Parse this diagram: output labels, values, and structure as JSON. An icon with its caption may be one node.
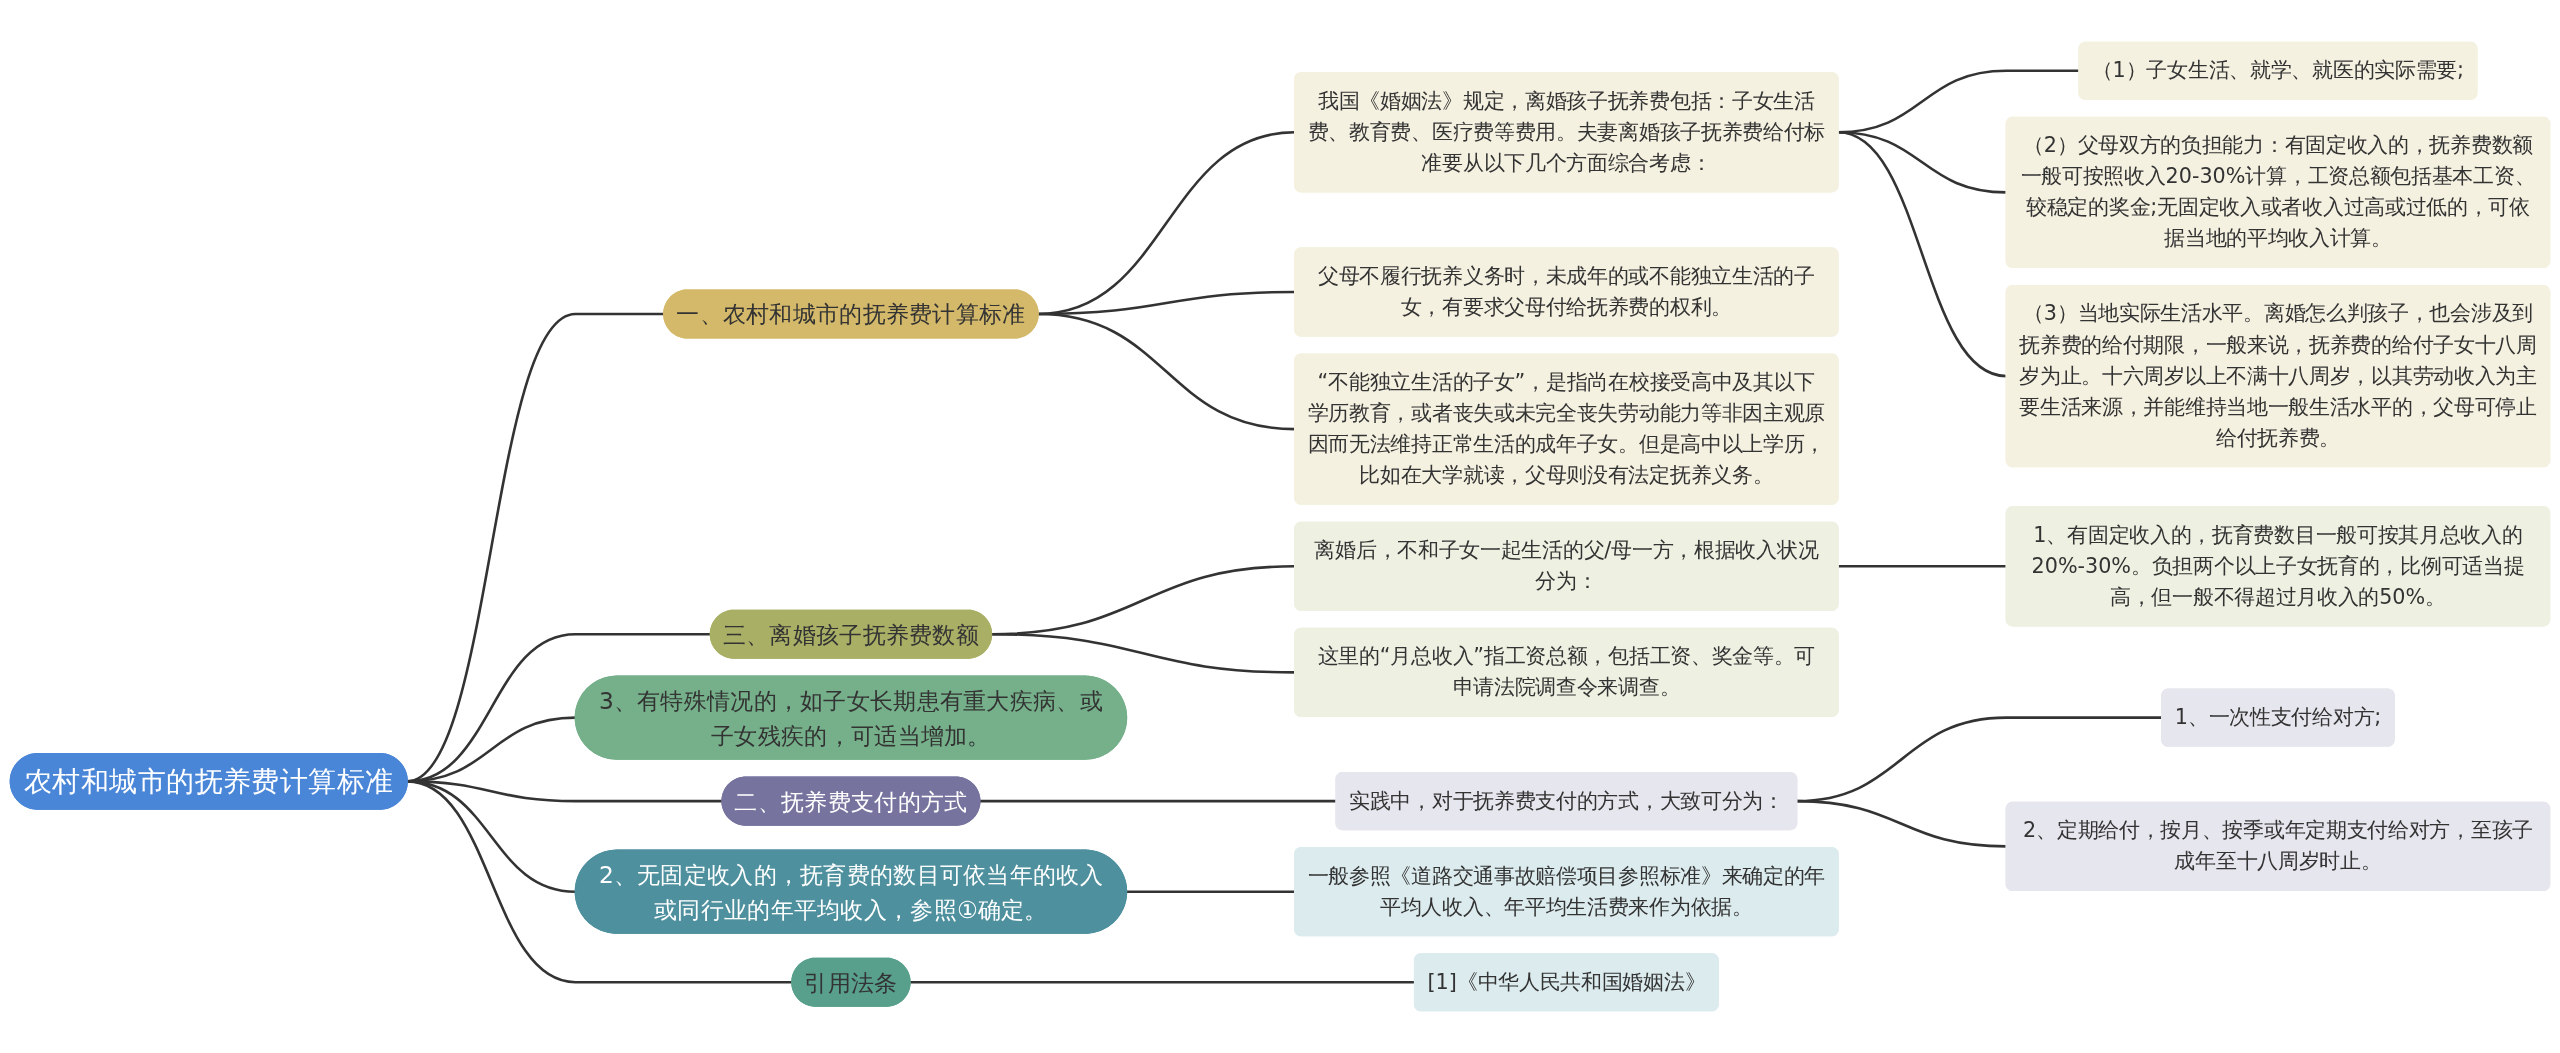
{
  "diagram": {
    "nodes": [
      {
        "text": [
          "农村和城市的抚养费计算标准"
        ]
      },
      {
        "text": [
          "一、农村和城市的抚养费计算标准"
        ]
      },
      {
        "text": [
          "我国《婚姻法》规定，离婚孩子抚养费包括：子女生活费、教育费、医疗费等费用。夫妻离婚孩子抚养费给付标准要从以下几个方面综合考虑："
        ]
      },
      {
        "text": [
          "（1）子女生活、就学、就医的实际需要;"
        ]
      },
      {
        "text": [
          "（2）父母双方的负担能力：有固定收入的，抚养费数额一般可按照收入20-30%计算，工资总额包括基本工资、较稳定的奖金;无固定收入或者收入过高或过低的，可依据当地的平均收入计算。"
        ]
      },
      {
        "text": [
          "（3）当地实际生活水平。离婚怎么判孩子，也会涉及到抚养费的给付期限，一般来说，抚养费的给付子女十八周岁为止。十六周岁以上不满十八周岁，以其劳动收入为主要生活来源，并能维持当地一般生活水平的，父母可停止给付抚养费。"
        ]
      },
      {
        "text": [
          "父母不履行抚养义务时，未成年的或不能独立生活的子女，有要求父母付给抚养费的权利。"
        ]
      },
      {
        "text": [
          "“不能独立生活的子女”，是指尚在校接受高中及其以下学历教育，或者丧失或未完全丧失劳动能力等非因主观原因而无法维持正常生活的成年子女。但是高中以上学历，比如在大学就读，父母则没有法定抚养义务。"
        ]
      },
      {
        "text": [
          "三、离婚孩子抚养费数额"
        ]
      },
      {
        "text": [
          "离婚后，不和子女一起生活的父/母一方，根据收入状况分为："
        ]
      },
      {
        "text": [
          "1、有固定收入的，抚育费数目一般可按其月总收入的20%-30%。负担两个以上子女抚育的，比例可适当提高，但一般不得超过月收入的50%。"
        ]
      },
      {
        "text": [
          "这里的“月总收入”指工资总额，包括工资、奖金等。可申请法院调查令来调查。"
        ]
      },
      {
        "text": [
          "3、有特殊情况的，如子女长期患有重大疾病、或子女残疾的，可适当增加。"
        ]
      },
      {
        "text": [
          "二、抚养费支付的方式"
        ]
      },
      {
        "text": [
          "实践中，对于抚养费支付的方式，大致可分为："
        ]
      },
      {
        "text": [
          "1、一次性支付给对方;"
        ]
      },
      {
        "text": [
          "2、定期给付，按月、按季或年定期支付给对方，至孩子成年至十八周岁时止。"
        ]
      },
      {
        "text": [
          "2、无固定收入的，抚育费的数目可依当年的收入或同行业的年平均收入，参照①确定。"
        ]
      },
      {
        "text": [
          "一般参照《道路交通事故赔偿项目参照标准》来确定的年平均人收入、年平均生活费来作为依据。"
        ]
      },
      {
        "text": [
          "引用法条"
        ]
      },
      {
        "text": [
          "[1]《中华人民共和国婚姻法》"
        ]
      }
    ],
    "edges": [
      {
        "from": 0,
        "to": 1,
        "arrow": "none"
      },
      {
        "from": 1,
        "to": 2,
        "arrow": "none"
      },
      {
        "from": 2,
        "to": 3,
        "arrow": "none"
      },
      {
        "from": 2,
        "to": 4,
        "arrow": "none"
      },
      {
        "from": 2,
        "to": 5,
        "arrow": "none"
      },
      {
        "from": 1,
        "to": 6,
        "arrow": "none"
      },
      {
        "from": 1,
        "to": 7,
        "arrow": "none"
      },
      {
        "from": 0,
        "to": 8,
        "arrow": "none"
      },
      {
        "from": 8,
        "to": 9,
        "arrow": "none"
      },
      {
        "from": 9,
        "to": 10,
        "arrow": "none"
      },
      {
        "from": 8,
        "to": 11,
        "arrow": "none"
      },
      {
        "from": 0,
        "to": 12,
        "arrow": "none"
      },
      {
        "from": 0,
        "to": 13,
        "arrow": "none"
      },
      {
        "from": 13,
        "to": 14,
        "arrow": "none"
      },
      {
        "from": 14,
        "to": 15,
        "arrow": "none"
      },
      {
        "from": 14,
        "to": 16,
        "arrow": "none"
      },
      {
        "from": 0,
        "to": 17,
        "arrow": "none"
      },
      {
        "from": 17,
        "to": 18,
        "arrow": "none"
      },
      {
        "from": 0,
        "to": 19,
        "arrow": "none"
      },
      {
        "from": 19,
        "to": 20,
        "arrow": "none"
      }
    ]
  }
}
